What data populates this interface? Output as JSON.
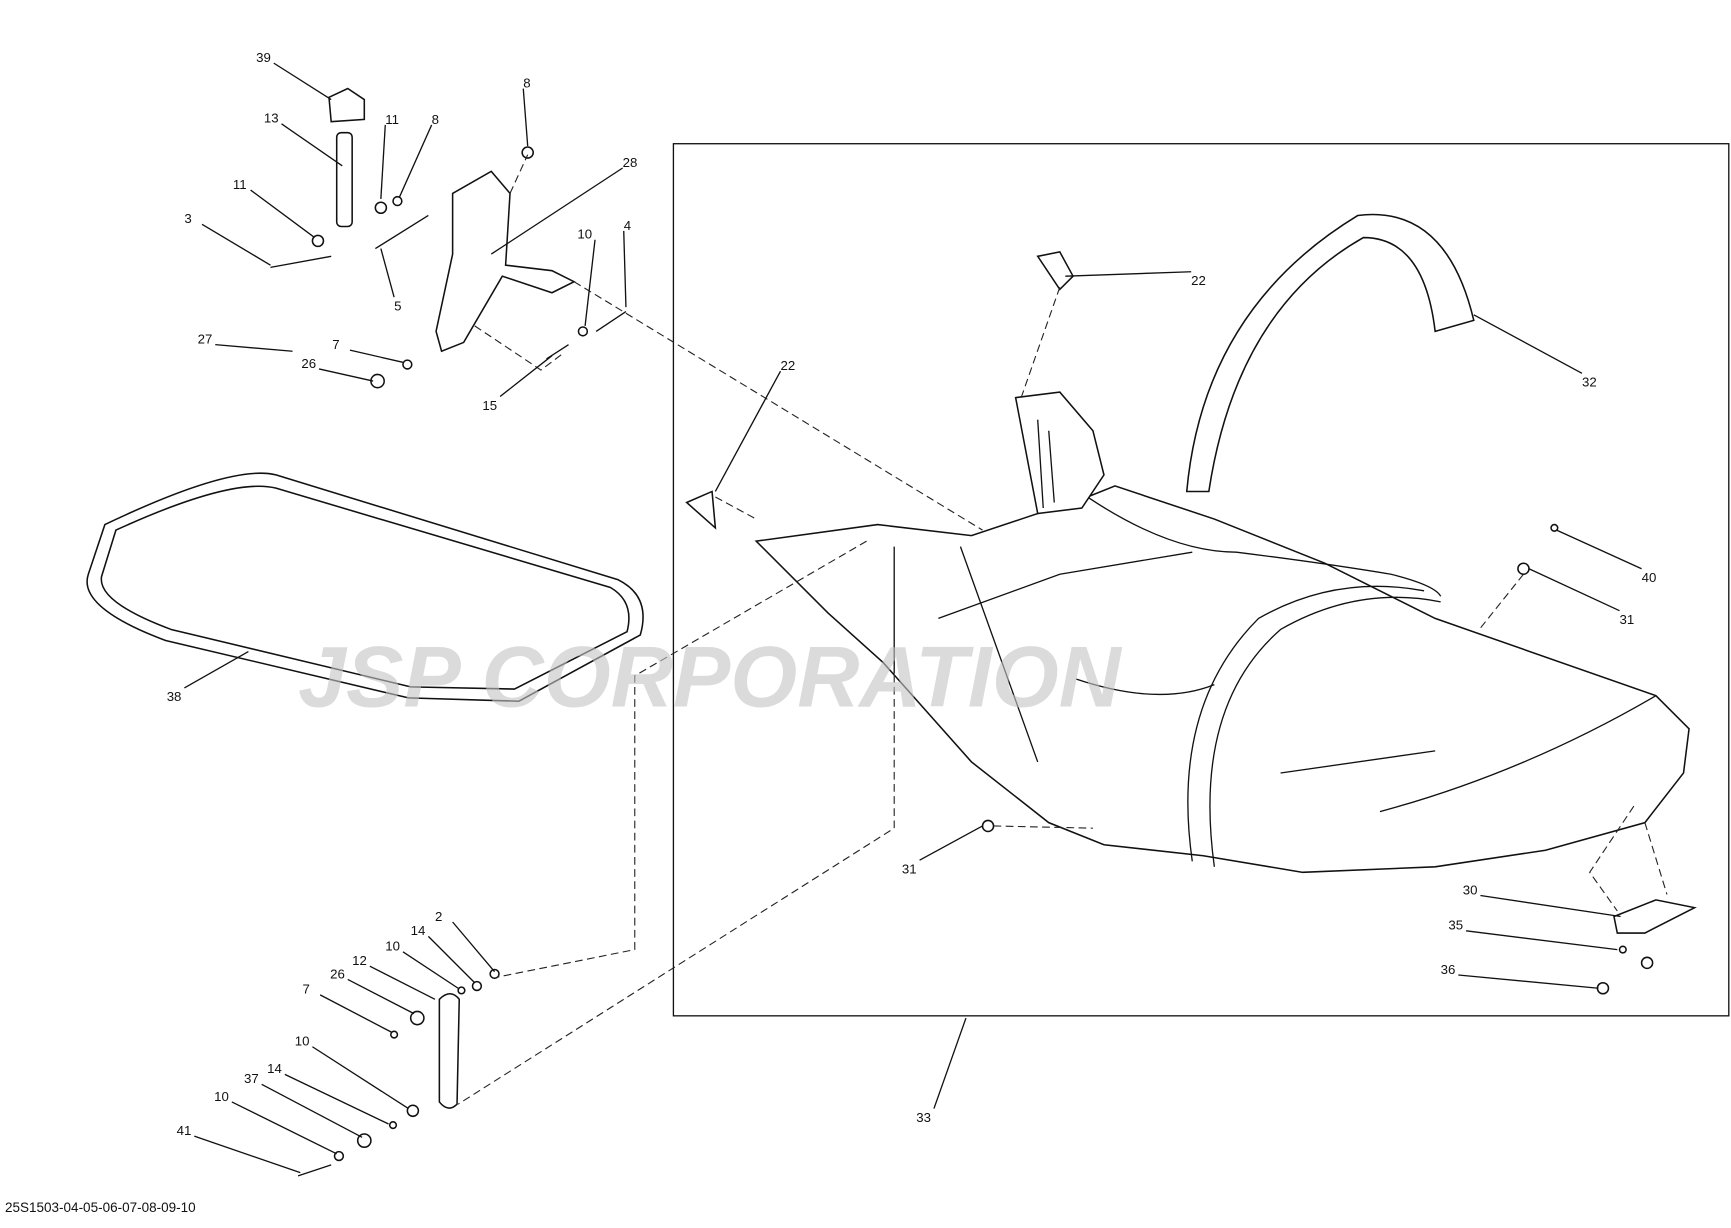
{
  "diagram": {
    "reference_code": "25S1503-04-05-06-07-08-09-10",
    "watermark": "JSP CORPORATION",
    "callouts": [
      "39",
      "13",
      "11",
      "8",
      "8",
      "28",
      "11",
      "3",
      "5",
      "10",
      "4",
      "27",
      "7",
      "26",
      "15",
      "22",
      "22",
      "32",
      "40",
      "31",
      "38",
      "31",
      "30",
      "35",
      "36",
      "33",
      "2",
      "14",
      "10",
      "12",
      "26",
      "7",
      "10",
      "14",
      "37",
      "10",
      "41"
    ]
  }
}
